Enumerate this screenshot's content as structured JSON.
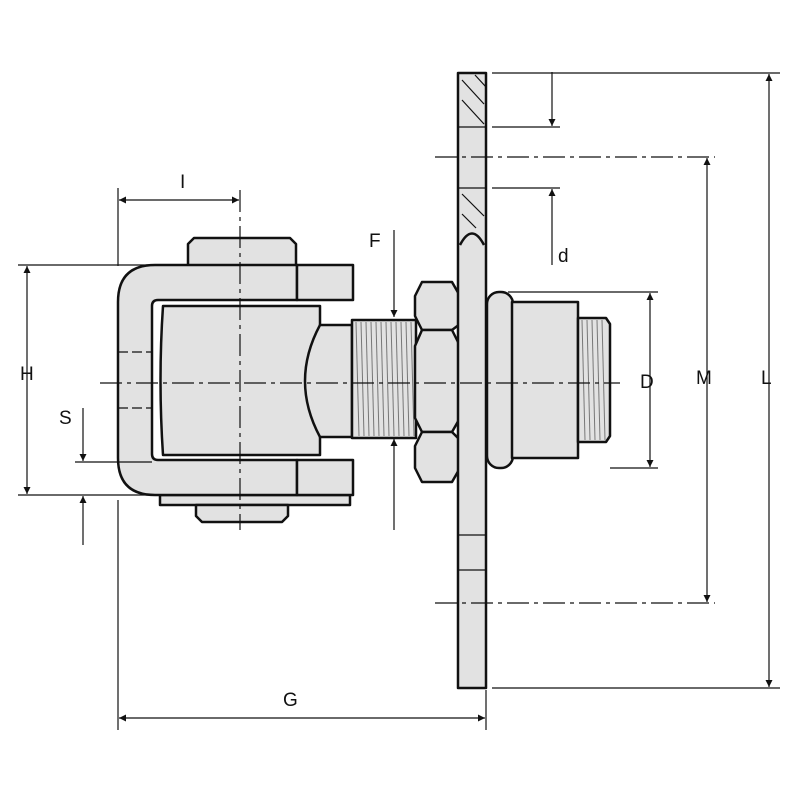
{
  "title": "Adjustable weld-on hinge with plate – dimension drawing",
  "labels": {
    "G": "G",
    "L": "L",
    "M": "M",
    "D": "D",
    "d": "d",
    "F": "F",
    "H": "H",
    "I": "I",
    "S": "S"
  },
  "colors": {
    "part_fill": "#e2e2e2",
    "line": "#111111"
  }
}
